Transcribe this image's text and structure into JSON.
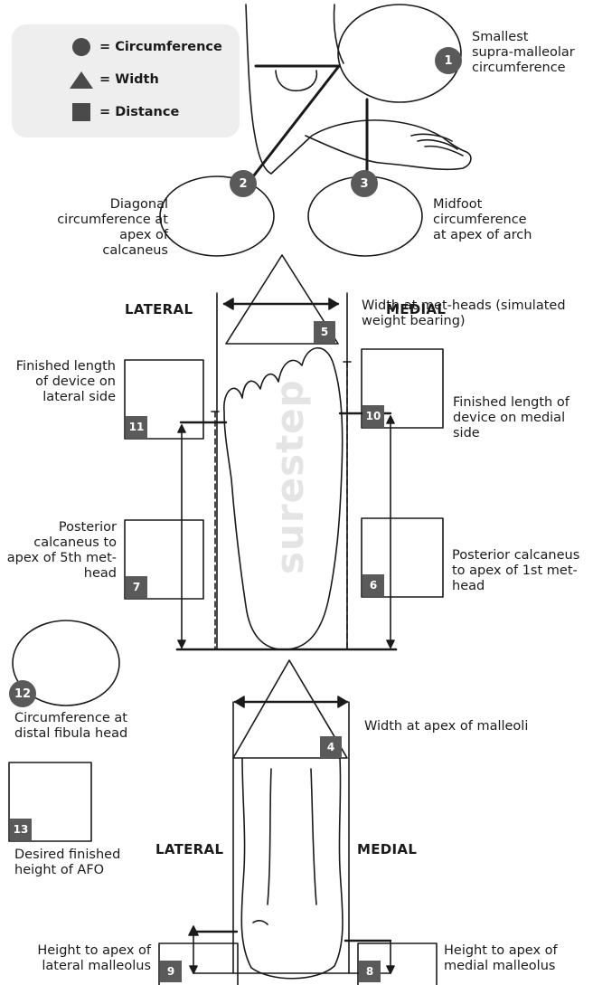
{
  "legend": {
    "circumference": "= Circumference",
    "width": "= Width",
    "distance": "= Distance"
  },
  "measurements": [
    {
      "num": "1",
      "label": "Smallest\nsupra-malleolar\ncircumference"
    },
    {
      "num": "2",
      "label": "Diagonal\ncircumference at\napex of calcaneus"
    },
    {
      "num": "3",
      "label": "Midfoot\ncircumference\nat apex of arch"
    },
    {
      "num": "4",
      "label": "Width at apex of malleoli"
    },
    {
      "num": "5",
      "label": "Width at met-heads (simulated\nweight bearing)"
    },
    {
      "num": "6",
      "label": "Posterior calcaneus\nto apex of 1st met-\nhead"
    },
    {
      "num": "7",
      "label": "Posterior\ncalcaneus to\napex of 5th met-\nhead"
    },
    {
      "num": "8",
      "label": "Height to apex of\nmedial malleolus"
    },
    {
      "num": "9",
      "label": "Height to apex of\nlateral malleolus"
    },
    {
      "num": "10",
      "label": "Finished length of\ndevice on medial side"
    },
    {
      "num": "11",
      "label": "Finished length\nof device on\nlateral side"
    },
    {
      "num": "12",
      "label": "Circumference at\ndistal fibula head"
    },
    {
      "num": "13",
      "label": "Desired finished\nheight of AFO"
    }
  ],
  "sides": {
    "lateral": "LATERAL",
    "medial": "MEDIAL"
  },
  "watermark": "surestep",
  "colors": {
    "badge": "#5a5a5a",
    "legend_bg": "#eeeeee",
    "line": "#1a1a1a"
  }
}
